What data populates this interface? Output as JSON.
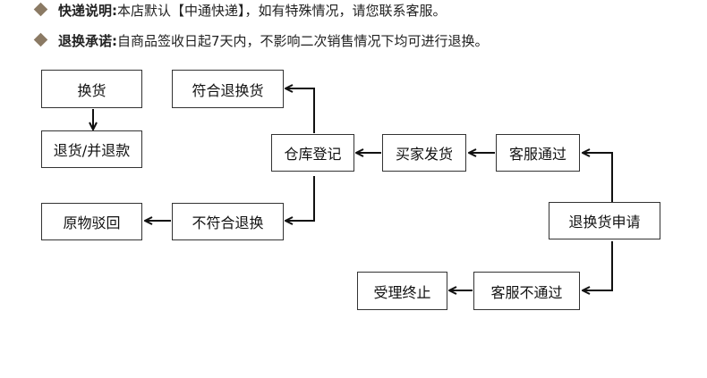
{
  "notices": [
    {
      "label": "快递说明:",
      "text": "本店默认【中通快递】，如有特殊情况，请您联系客服。"
    },
    {
      "label": "退换承诺:",
      "text": "自商品签收日起7天内，不影响二次销售情况下均可进行退换。"
    }
  ],
  "flow": {
    "exchange": "换货",
    "refund_return": "退货/并退款",
    "reject_return": "原物驳回",
    "eligible": "符合退换货",
    "warehouse": "仓库登记",
    "not_eligible": "不符合退换",
    "buyer_ships": "买家发货",
    "cs_approve": "客服通过",
    "apply": "退换货申请",
    "end": "受理终止",
    "cs_reject": "客服不通过"
  }
}
